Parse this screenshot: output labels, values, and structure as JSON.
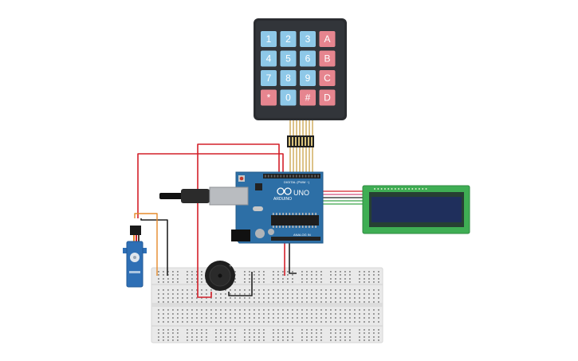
{
  "keypad": {
    "keys": [
      {
        "label": "1",
        "kind": "num"
      },
      {
        "label": "2",
        "kind": "num"
      },
      {
        "label": "3",
        "kind": "num"
      },
      {
        "label": "A",
        "kind": "fn"
      },
      {
        "label": "4",
        "kind": "num"
      },
      {
        "label": "5",
        "kind": "num"
      },
      {
        "label": "6",
        "kind": "num"
      },
      {
        "label": "B",
        "kind": "fn"
      },
      {
        "label": "7",
        "kind": "num"
      },
      {
        "label": "8",
        "kind": "num"
      },
      {
        "label": "9",
        "kind": "num"
      },
      {
        "label": "C",
        "kind": "fn"
      },
      {
        "label": "*",
        "kind": "fn"
      },
      {
        "label": "0",
        "kind": "num"
      },
      {
        "label": "#",
        "kind": "fn"
      },
      {
        "label": "D",
        "kind": "fn"
      }
    ]
  },
  "arduino": {
    "board_text": "UNO",
    "brand_text": "ARDUINO",
    "digital_label": "DIGITAL (PWM ~)",
    "analog_label": "ANALOG IN"
  },
  "colors": {
    "wire_red": "#d3202a",
    "wire_black": "#222222",
    "wire_orange": "#e58a2b",
    "wire_green": "#3aa54a",
    "wire_pink": "#d2527f",
    "board": "#2d6fa6",
    "lcd_pcb": "#3fae54",
    "lcd_screen": "#1f2f5c",
    "key_num": "#8ec8e8",
    "key_fn": "#e6858f",
    "keypad_body": "#2a2c30",
    "breadboard": "#e9e9e9",
    "servo": "#2e6fb5"
  }
}
